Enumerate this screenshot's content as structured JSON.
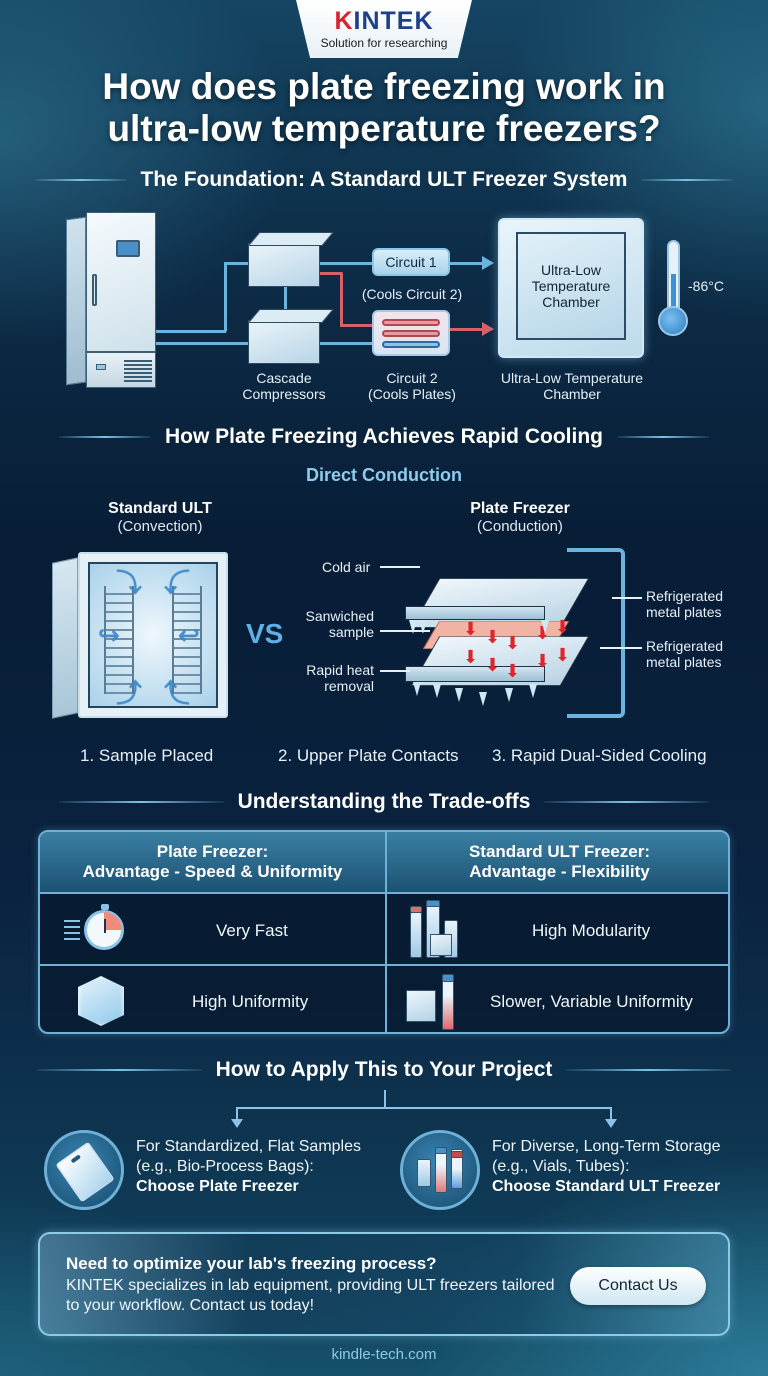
{
  "brand": {
    "logo_text": "KINTEK",
    "logo_first_letter": "K",
    "logo_rest": "INTEK",
    "tagline": "Solution for researching",
    "colors": {
      "logo_blue": "#1e3f8c",
      "logo_red": "#d8232a"
    }
  },
  "title": {
    "line1": "How does plate freezing work in",
    "line2": "ultra-low temperature freezers?"
  },
  "foundation": {
    "heading": "The Foundation: A Standard ULT Freezer System",
    "compressor_label_1": "Cascade",
    "compressor_label_2": "Compressors",
    "circuit1_label": "Circuit 1",
    "circuit1_note": "(Cools Circuit 2)",
    "circuit2_label_1": "Circuit 2",
    "circuit2_label_2": "(Cools Plates)",
    "chamber_inner_1": "Ultra-Low",
    "chamber_inner_2": "Temperature",
    "chamber_inner_3": "Chamber",
    "chamber_label_1": "Ultra-Low Temperature",
    "chamber_label_2": "Chamber",
    "temperature": "-86°C"
  },
  "cooling": {
    "heading": "How Plate Freezing Achieves Rapid Cooling",
    "subheading": "Direct Conduction",
    "left_title": "Standard ULT",
    "left_subtitle": "(Convection)",
    "right_title": "Plate Freezer",
    "right_subtitle": "(Conduction)",
    "vs": "VS",
    "callouts": {
      "cold_air": "Cold air",
      "sandwiched_1": "Sanwiched",
      "sandwiched_2": "sample",
      "heat_1": "Rapid heat",
      "heat_2": "removal",
      "plates_top_1": "Refrigerated",
      "plates_top_2": "metal plates",
      "plates_bottom_1": "Refrigerated",
      "plates_bottom_2": "metal plates"
    },
    "steps": [
      "1. Sample Placed",
      "2. Upper Plate Contacts",
      "3. Rapid Dual-Sided Cooling"
    ]
  },
  "tradeoffs": {
    "heading": "Understanding the Trade-offs",
    "columns": [
      {
        "title_1": "Plate Freezer:",
        "title_2": "Advantage - Speed & Uniformity"
      },
      {
        "title_1": "Standard ULT Freezer:",
        "title_2": "Advantage - Flexibility"
      }
    ],
    "rows": [
      {
        "left": {
          "icon": "stopwatch-icon",
          "text": "Very Fast"
        },
        "right": {
          "icon": "vials-box-icon",
          "text": "High Modularity"
        }
      },
      {
        "left": {
          "icon": "ice-cube-icon",
          "text": "High Uniformity"
        },
        "right": {
          "icon": "box-tube-icon",
          "text": "Slower, Variable Uniformity"
        }
      }
    ]
  },
  "apply": {
    "heading": "How to Apply This to Your Project",
    "options": [
      {
        "icon": "bio-bag-icon",
        "line1": "For Standardized, Flat Samples",
        "line2": "(e.g., Bio-Process Bags):",
        "choice": "Choose Plate Freezer"
      },
      {
        "icon": "vials-tubes-icon",
        "line1": "For Diverse, Long-Term Storage",
        "line2": "(e.g., Vials, Tubes):",
        "choice": "Choose Standard ULT Freezer"
      }
    ]
  },
  "cta": {
    "question": "Need to optimize your lab's freezing process?",
    "description": "KINTEK specializes in lab equipment, providing ULT freezers tailored to your workflow. Contact us today!",
    "button_label": "Contact Us"
  },
  "footer": {
    "url": "kindle-tech.com"
  }
}
